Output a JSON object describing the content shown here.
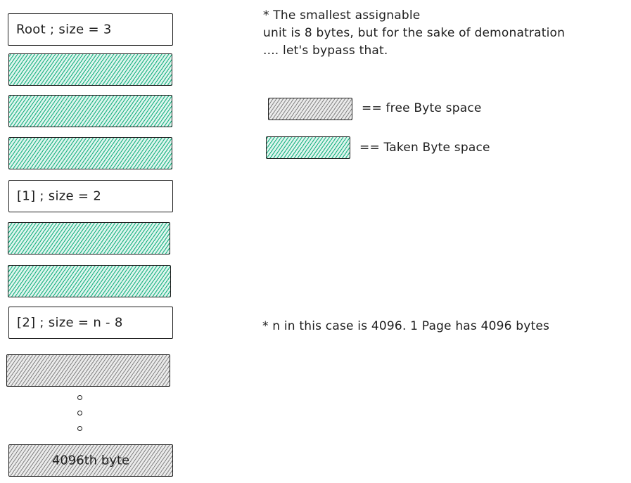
{
  "blocks": {
    "root_label": "Root ; size = 3",
    "block1_label": "[1] ; size = 2",
    "block2_label": "[2] ; size = n - 8",
    "last_label": "4096th byte"
  },
  "notes": {
    "assignable_line1": "* The smallest assignable",
    "assignable_line2": "unit is 8 bytes, but for the sake of demonatration",
    "assignable_line3": ".... let's bypass that.",
    "page_note": "* n in this case is 4096. 1 Page has 4096 bytes"
  },
  "legend": {
    "free_label": "== free Byte space",
    "taken_label": "== Taken Byte space"
  },
  "colors": {
    "taken_hatch": "#27b689",
    "free_hatch": "#8a8a8a",
    "stroke": "#1e1e1e"
  }
}
